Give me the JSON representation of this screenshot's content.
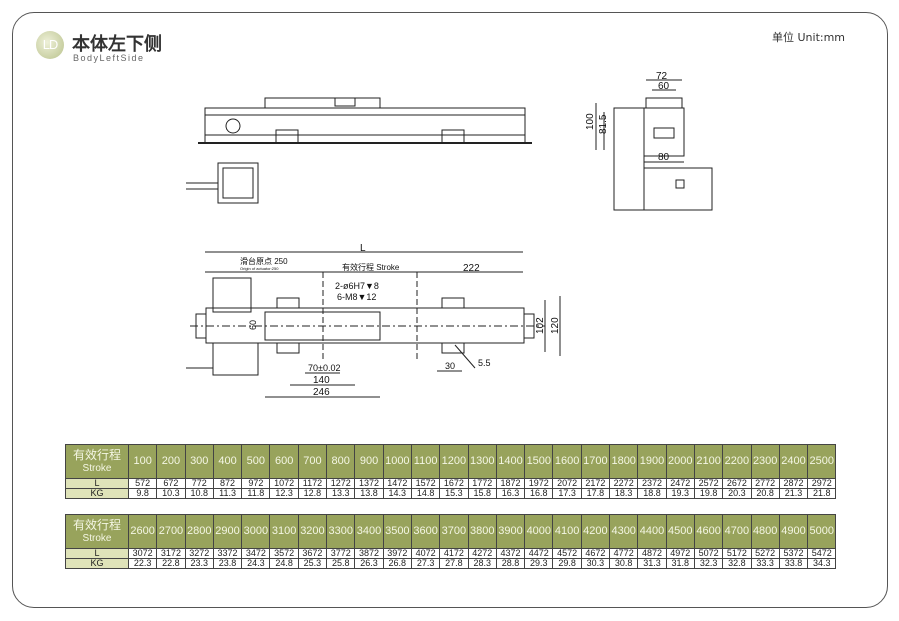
{
  "header": {
    "logo": "LD",
    "title": "本体左下侧",
    "subtitle": "BodyLeftSide",
    "unit": "单位 Unit:mm"
  },
  "drawing": {
    "side_dims": {
      "d72": "72",
      "d60": "60",
      "d100": "100",
      "d81_5": "81.5",
      "d80": "80"
    },
    "top_dims": {
      "L": "L",
      "origin": "滑台原点 250",
      "origin_en": "Origin of actuator:250",
      "stroke": "有效行程 Stroke",
      "d222": "222",
      "hole1": "2-ø6H7▼8",
      "hole2": "6-M8▼12",
      "d60": "60",
      "d102": "102",
      "d120": "120",
      "d70": "70±0.02",
      "d140": "140",
      "d246": "246",
      "d30": "30",
      "d5_5": "5.5"
    }
  },
  "tables": [
    {
      "header_label": "有效行程",
      "header_sub": "Stroke",
      "row_labels": [
        "L",
        "KG"
      ],
      "stroke": [
        "100",
        "200",
        "300",
        "400",
        "500",
        "600",
        "700",
        "800",
        "900",
        "1000",
        "1100",
        "1200",
        "1300",
        "1400",
        "1500",
        "1600",
        "1700",
        "1800",
        "1900",
        "2000",
        "2100",
        "2200",
        "2300",
        "2400",
        "2500"
      ],
      "L": [
        "572",
        "672",
        "772",
        "872",
        "972",
        "1072",
        "1172",
        "1272",
        "1372",
        "1472",
        "1572",
        "1672",
        "1772",
        "1872",
        "1972",
        "2072",
        "2172",
        "2272",
        "2372",
        "2472",
        "2572",
        "2672",
        "2772",
        "2872",
        "2972"
      ],
      "KG": [
        "9.8",
        "10.3",
        "10.8",
        "11.3",
        "11.8",
        "12.3",
        "12.8",
        "13.3",
        "13.8",
        "14.3",
        "14.8",
        "15.3",
        "15.8",
        "16.3",
        "16.8",
        "17.3",
        "17.8",
        "18.3",
        "18.8",
        "19.3",
        "19.8",
        "20.3",
        "20.8",
        "21.3",
        "21.8"
      ]
    },
    {
      "header_label": "有效行程",
      "header_sub": "Stroke",
      "row_labels": [
        "L",
        "KG"
      ],
      "stroke": [
        "2600",
        "2700",
        "2800",
        "2900",
        "3000",
        "3100",
        "3200",
        "3300",
        "3400",
        "3500",
        "3600",
        "3700",
        "3800",
        "3900",
        "4000",
        "4100",
        "4200",
        "4300",
        "4400",
        "4500",
        "4600",
        "4700",
        "4800",
        "4900",
        "5000"
      ],
      "L": [
        "3072",
        "3172",
        "3272",
        "3372",
        "3472",
        "3572",
        "3672",
        "3772",
        "3872",
        "3972",
        "4072",
        "4172",
        "4272",
        "4372",
        "4472",
        "4572",
        "4672",
        "4772",
        "4872",
        "4972",
        "5072",
        "5172",
        "5272",
        "5372",
        "5472"
      ],
      "KG": [
        "22.3",
        "22.8",
        "23.3",
        "23.8",
        "24.3",
        "24.8",
        "25.3",
        "25.8",
        "26.3",
        "26.8",
        "27.3",
        "27.8",
        "28.3",
        "28.8",
        "29.3",
        "29.8",
        "30.3",
        "30.8",
        "31.3",
        "31.8",
        "32.3",
        "32.8",
        "33.3",
        "33.8",
        "34.3"
      ]
    }
  ]
}
